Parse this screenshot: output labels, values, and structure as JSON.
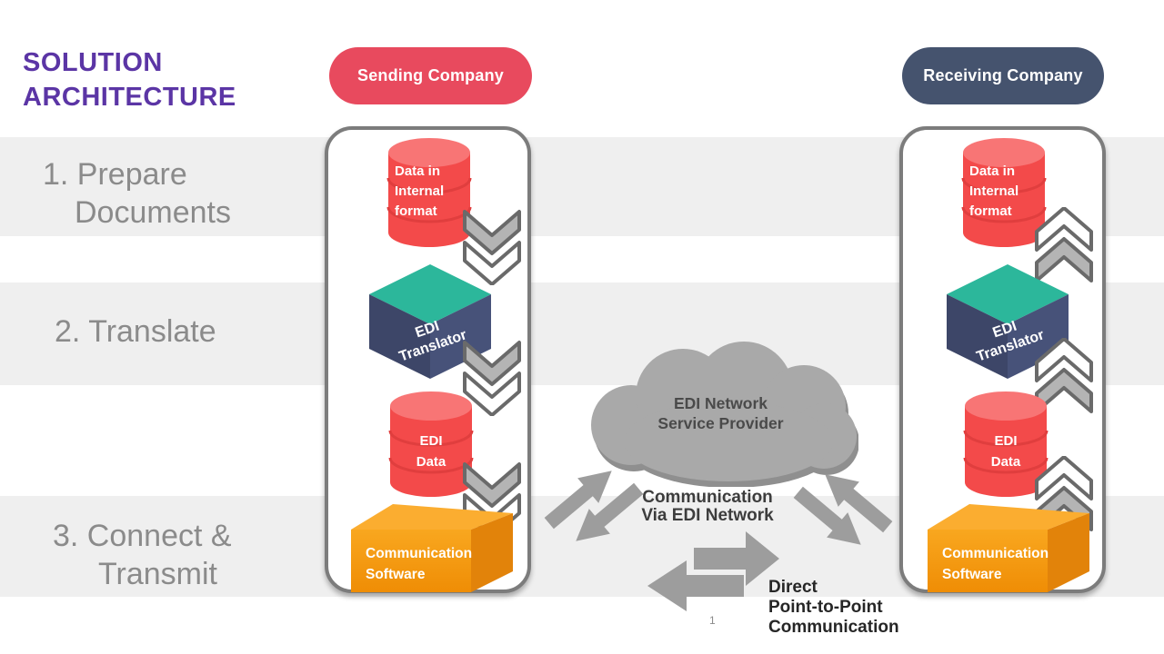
{
  "slide": {
    "title_line1": "SOLUTION",
    "title_line2": "ARCHITECTURE",
    "page_number": "1"
  },
  "steps": [
    {
      "line1": "1. Prepare",
      "line2": "Documents"
    },
    {
      "line1": "2. Translate",
      "line2": ""
    },
    {
      "line1": "3. Connect &",
      "line2": "Transmit"
    }
  ],
  "columns": {
    "sending": {
      "label": "Sending Company",
      "items": {
        "internal_data": {
          "type": "database",
          "lines": [
            "Data in",
            "Internal",
            "format"
          ]
        },
        "translator": {
          "type": "cube",
          "lines": [
            "EDI",
            "Translator"
          ]
        },
        "edi_data": {
          "type": "database",
          "lines": [
            "EDI",
            "Data"
          ]
        },
        "comm_software": {
          "type": "box",
          "lines": [
            "Communication",
            "Software"
          ]
        }
      }
    },
    "receiving": {
      "label": "Receiving Company",
      "items": {
        "internal_data": {
          "type": "database",
          "lines": [
            "Data in",
            "Internal",
            "format"
          ]
        },
        "translator": {
          "type": "cube",
          "lines": [
            "EDI",
            "Translator"
          ]
        },
        "edi_data": {
          "type": "database",
          "lines": [
            "EDI",
            "Data"
          ]
        },
        "comm_software": {
          "type": "box",
          "lines": [
            "Communication",
            "Software"
          ]
        }
      }
    }
  },
  "network": {
    "cloud_line1": "EDI Network",
    "cloud_line2": "Service Provider",
    "via_line1": "Communication",
    "via_line2": "Via EDI Network",
    "direct_line1": "Direct",
    "direct_line2": "Point-to-Point",
    "direct_line3": "Communication"
  },
  "colors": {
    "title_purple": "#5b35a5",
    "sending_pill_red": "#e84a5e",
    "receiving_pill_navy": "#45536e",
    "stripe_gray": "#efefef",
    "step_text_gray": "#8b8b8b",
    "database_red": "#f34a4a",
    "cube_teal": "#2cb79b",
    "cube_navy": "#3d4668",
    "software_box_orange": "#f39c12",
    "arrow_gray": "#9d9d9d",
    "cloud_gray": "#a9a9a9"
  }
}
